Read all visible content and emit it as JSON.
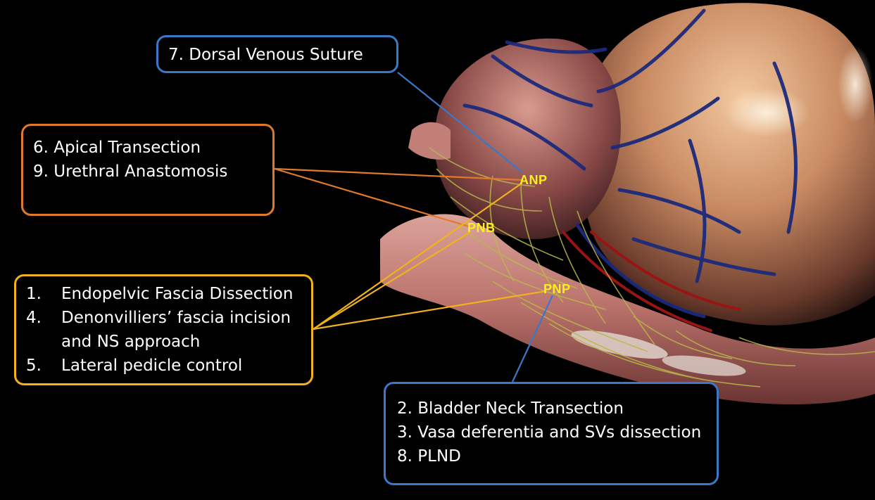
{
  "colors": {
    "blue_outline": "#3b78c7",
    "orange_outline": "#e07a2a",
    "yellow_outline": "#f1b21c",
    "node_text": "#ffef1a"
  },
  "illustration": {
    "subject": "prostate-anatomy-illustration"
  },
  "nodes": {
    "anp": "ANP",
    "pnb": "PNB",
    "pnp": "PNP"
  },
  "boxes": {
    "dorsal_venous": {
      "line1": "7. Dorsal Venous Suture"
    },
    "apical": {
      "line1": "6. Apical Transection",
      "line2": "9. Urethral Anastomosis"
    },
    "endopelvic": {
      "items": [
        {
          "num": "1.",
          "text": "Endopelvic Fascia Dissection"
        },
        {
          "num": "4.",
          "text": "Denonvilliers’ fascia incision and NS approach"
        },
        {
          "num": "5.",
          "text": "Lateral pedicle control"
        }
      ]
    },
    "bladder": {
      "line1": "2. Bladder Neck Transection",
      "line2": "3. Vasa deferentia and SVs dissection",
      "line3": "8. PLND"
    }
  }
}
